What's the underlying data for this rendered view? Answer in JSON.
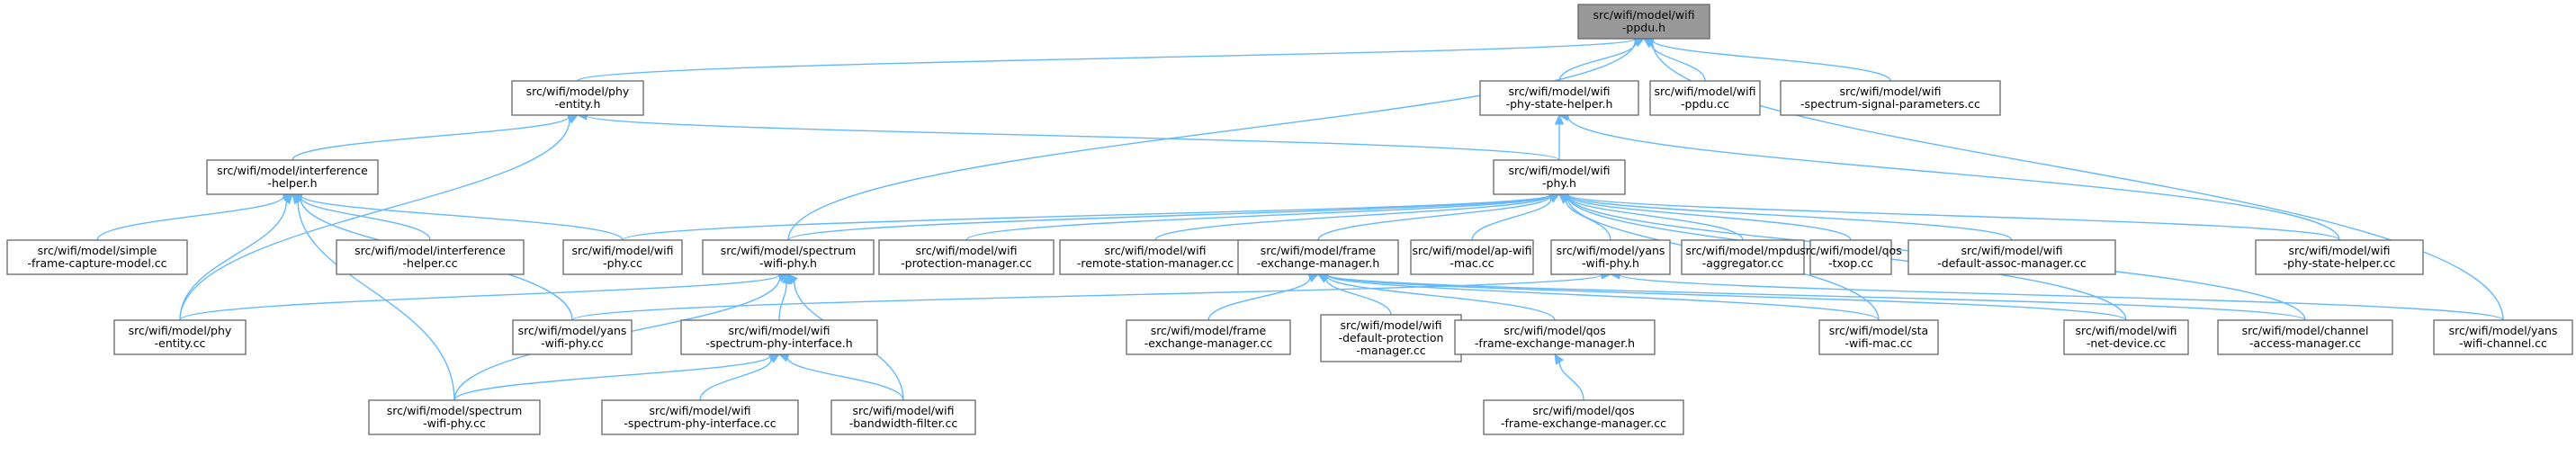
{
  "graph": {
    "root": "ppdu_h",
    "edge_color": "#63b8ff",
    "root_fill": "#999999",
    "nodes": [
      {
        "id": "ppdu_h",
        "lines": [
          "src/wifi/model/wifi",
          "-ppdu.h"
        ],
        "root": true
      },
      {
        "id": "phy_entity_h",
        "lines": [
          "src/wifi/model/phy",
          "-entity.h"
        ]
      },
      {
        "id": "phy_state_helper_h",
        "lines": [
          "src/wifi/model/wifi",
          "-phy-state-helper.h"
        ]
      },
      {
        "id": "ppdu_cc",
        "lines": [
          "src/wifi/model/wifi",
          "-ppdu.cc"
        ]
      },
      {
        "id": "spectrum_signal_parameters_cc",
        "lines": [
          "src/wifi/model/wifi",
          "-spectrum-signal-parameters.cc"
        ]
      },
      {
        "id": "interference_helper_h",
        "lines": [
          "src/wifi/model/interference",
          "-helper.h"
        ]
      },
      {
        "id": "wifi_phy_h",
        "lines": [
          "src/wifi/model/wifi",
          "-phy.h"
        ]
      },
      {
        "id": "simple_frame_capture_cc",
        "lines": [
          "src/wifi/model/simple",
          "-frame-capture-model.cc"
        ]
      },
      {
        "id": "interference_helper_cc",
        "lines": [
          "src/wifi/model/interference",
          "-helper.cc"
        ]
      },
      {
        "id": "wifi_phy_cc",
        "lines": [
          "src/wifi/model/wifi",
          "-phy.cc"
        ]
      },
      {
        "id": "spectrum_wifi_phy_h",
        "lines": [
          "src/wifi/model/spectrum",
          "-wifi-phy.h"
        ]
      },
      {
        "id": "protection_manager_cc",
        "lines": [
          "src/wifi/model/wifi",
          "-protection-manager.cc"
        ]
      },
      {
        "id": "remote_station_manager_cc",
        "lines": [
          "src/wifi/model/wifi",
          "-remote-station-manager.cc"
        ]
      },
      {
        "id": "frame_exchange_manager_h",
        "lines": [
          "src/wifi/model/frame",
          "-exchange-manager.h"
        ]
      },
      {
        "id": "ap_wifi_mac_cc",
        "lines": [
          "src/wifi/model/ap-wifi",
          "-mac.cc"
        ]
      },
      {
        "id": "yans_wifi_phy_h",
        "lines": [
          "src/wifi/model/yans",
          "-wifi-phy.h"
        ]
      },
      {
        "id": "mpdu_aggregator_cc",
        "lines": [
          "src/wifi/model/mpdu",
          "-aggregator.cc"
        ]
      },
      {
        "id": "qos_txop_cc",
        "lines": [
          "src/wifi/model/qos",
          "-txop.cc"
        ]
      },
      {
        "id": "default_assoc_manager_cc",
        "lines": [
          "src/wifi/model/wifi",
          "-default-assoc-manager.cc"
        ]
      },
      {
        "id": "phy_state_helper_cc",
        "lines": [
          "src/wifi/model/wifi",
          "-phy-state-helper.cc"
        ]
      },
      {
        "id": "phy_entity_cc",
        "lines": [
          "src/wifi/model/phy",
          "-entity.cc"
        ]
      },
      {
        "id": "yans_wifi_phy_cc",
        "lines": [
          "src/wifi/model/yans",
          "-wifi-phy.cc"
        ]
      },
      {
        "id": "spectrum_phy_interface_h",
        "lines": [
          "src/wifi/model/wifi",
          "-spectrum-phy-interface.h"
        ]
      },
      {
        "id": "frame_exchange_manager_cc",
        "lines": [
          "src/wifi/model/frame",
          "-exchange-manager.cc"
        ]
      },
      {
        "id": "default_protection_manager_cc",
        "lines": [
          "src/wifi/model/wifi",
          "-default-protection",
          "-manager.cc"
        ]
      },
      {
        "id": "qos_frame_exchange_manager_h",
        "lines": [
          "src/wifi/model/qos",
          "-frame-exchange-manager.h"
        ]
      },
      {
        "id": "sta_wifi_mac_cc",
        "lines": [
          "src/wifi/model/sta",
          "-wifi-mac.cc"
        ]
      },
      {
        "id": "net_device_cc",
        "lines": [
          "src/wifi/model/wifi",
          "-net-device.cc"
        ]
      },
      {
        "id": "channel_access_manager_cc",
        "lines": [
          "src/wifi/model/channel",
          "-access-manager.cc"
        ]
      },
      {
        "id": "yans_wifi_channel_cc",
        "lines": [
          "src/wifi/model/yans",
          "-wifi-channel.cc"
        ]
      },
      {
        "id": "spectrum_wifi_phy_cc",
        "lines": [
          "src/wifi/model/spectrum",
          "-wifi-phy.cc"
        ]
      },
      {
        "id": "spectrum_phy_interface_cc",
        "lines": [
          "src/wifi/model/wifi",
          "-spectrum-phy-interface.cc"
        ]
      },
      {
        "id": "bandwidth_filter_cc",
        "lines": [
          "src/wifi/model/wifi",
          "-bandwidth-filter.cc"
        ]
      },
      {
        "id": "qos_frame_exchange_manager_cc",
        "lines": [
          "src/wifi/model/qos",
          "-frame-exchange-manager.cc"
        ]
      }
    ],
    "edges": [
      [
        "phy_entity_h",
        "ppdu_h"
      ],
      [
        "phy_state_helper_h",
        "ppdu_h"
      ],
      [
        "ppdu_cc",
        "ppdu_h"
      ],
      [
        "spectrum_signal_parameters_cc",
        "ppdu_h"
      ],
      [
        "spectrum_wifi_phy_h",
        "ppdu_h"
      ],
      [
        "yans_wifi_channel_cc",
        "ppdu_h"
      ],
      [
        "interference_helper_h",
        "phy_entity_h"
      ],
      [
        "wifi_phy_h",
        "phy_entity_h"
      ],
      [
        "phy_entity_cc",
        "phy_entity_h"
      ],
      [
        "wifi_phy_h",
        "phy_state_helper_h"
      ],
      [
        "phy_state_helper_cc",
        "phy_state_helper_h"
      ],
      [
        "simple_frame_capture_cc",
        "interference_helper_h"
      ],
      [
        "interference_helper_cc",
        "interference_helper_h"
      ],
      [
        "wifi_phy_cc",
        "interference_helper_h"
      ],
      [
        "phy_entity_cc",
        "interference_helper_h"
      ],
      [
        "yans_wifi_phy_cc",
        "interference_helper_h"
      ],
      [
        "spectrum_wifi_phy_cc",
        "interference_helper_h"
      ],
      [
        "wifi_phy_cc",
        "wifi_phy_h"
      ],
      [
        "spectrum_wifi_phy_h",
        "wifi_phy_h"
      ],
      [
        "protection_manager_cc",
        "wifi_phy_h"
      ],
      [
        "remote_station_manager_cc",
        "wifi_phy_h"
      ],
      [
        "frame_exchange_manager_h",
        "wifi_phy_h"
      ],
      [
        "ap_wifi_mac_cc",
        "wifi_phy_h"
      ],
      [
        "yans_wifi_phy_h",
        "wifi_phy_h"
      ],
      [
        "mpdu_aggregator_cc",
        "wifi_phy_h"
      ],
      [
        "qos_txop_cc",
        "wifi_phy_h"
      ],
      [
        "default_assoc_manager_cc",
        "wifi_phy_h"
      ],
      [
        "phy_state_helper_cc",
        "wifi_phy_h"
      ],
      [
        "sta_wifi_mac_cc",
        "wifi_phy_h"
      ],
      [
        "net_device_cc",
        "wifi_phy_h"
      ],
      [
        "channel_access_manager_cc",
        "wifi_phy_h"
      ],
      [
        "phy_entity_cc",
        "spectrum_wifi_phy_h"
      ],
      [
        "spectrum_phy_interface_h",
        "spectrum_wifi_phy_h"
      ],
      [
        "spectrum_wifi_phy_cc",
        "spectrum_wifi_phy_h"
      ],
      [
        "bandwidth_filter_cc",
        "spectrum_wifi_phy_h"
      ],
      [
        "frame_exchange_manager_cc",
        "frame_exchange_manager_h"
      ],
      [
        "default_protection_manager_cc",
        "frame_exchange_manager_h"
      ],
      [
        "qos_frame_exchange_manager_h",
        "frame_exchange_manager_h"
      ],
      [
        "sta_wifi_mac_cc",
        "frame_exchange_manager_h"
      ],
      [
        "net_device_cc",
        "frame_exchange_manager_h"
      ],
      [
        "channel_access_manager_cc",
        "frame_exchange_manager_h"
      ],
      [
        "yans_wifi_phy_cc",
        "yans_wifi_phy_h"
      ],
      [
        "yans_wifi_channel_cc",
        "yans_wifi_phy_h"
      ],
      [
        "spectrum_wifi_phy_cc",
        "spectrum_phy_interface_h"
      ],
      [
        "spectrum_phy_interface_cc",
        "spectrum_phy_interface_h"
      ],
      [
        "bandwidth_filter_cc",
        "spectrum_phy_interface_h"
      ],
      [
        "qos_frame_exchange_manager_cc",
        "qos_frame_exchange_manager_h"
      ]
    ]
  }
}
